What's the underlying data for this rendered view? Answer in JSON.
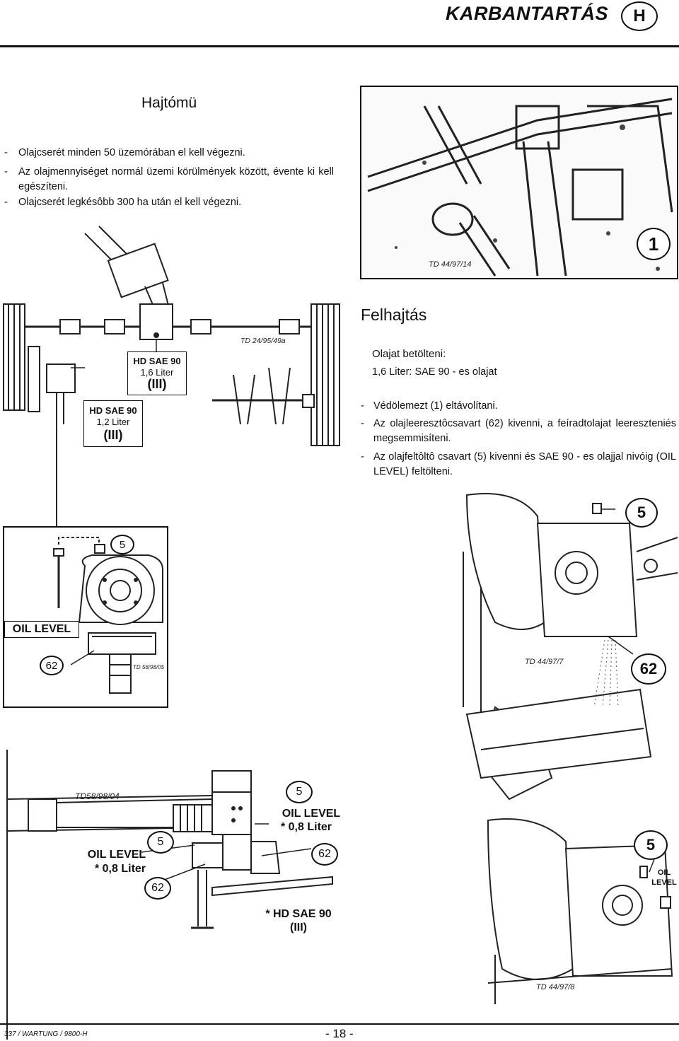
{
  "header": {
    "title": "KARBANTARTÁS",
    "section": "H"
  },
  "left_section": {
    "title": "Hajtómü",
    "bullets": [
      "Olajcserét minden 50 üzemórában el kell végezni.",
      "Az olajmennyiséget normál üzemi körülmények között, évente ki kell egészíteni.",
      "Olajcserét legkésôbb 300 ha után el kell végezni."
    ]
  },
  "right_section": {
    "title": "Felhajtás",
    "subtitle": "Olajat betölteni:",
    "spec": "1,6 Liter: SAE 90 - es olajat",
    "bullets": [
      "Védölemezt (1) eltávolítani.",
      "Az olajleeresztôcsavart (62) kivenni, a feíradtolajat leereszteniés megsemmisíteni.",
      "Az olajfeltôltô csavart (5) kivenni és SAE 90 - es olajjal nivóig (OIL LEVEL) feltölteni."
    ]
  },
  "photo1": {
    "ref": "TD 44/97/14",
    "callout": "1"
  },
  "drivetrain": {
    "ref": "TD 24/95/49a",
    "gearbox_top": {
      "line1": "HD SAE 90",
      "line2": "1,6 Liter",
      "line3": "(III)"
    },
    "gearbox_side": {
      "line1": "HD SAE 90",
      "line2": "1,2 Liter",
      "line3": "(III)"
    }
  },
  "gearbox_detail": {
    "callout_5": "5",
    "oil_level": "OIL LEVEL",
    "callout_62": "62",
    "ref": "TD 58/98/05"
  },
  "drain_photo": {
    "callout_5": "5",
    "callout_62": "62",
    "ref": "TD 44/97/7"
  },
  "side_gearbox": {
    "ref": "TD58/98/04",
    "left_oil_level": "OIL LEVEL",
    "left_qty": "* 0,8 Liter",
    "callout_5_left": "5",
    "callout_62_left": "62",
    "callout_5_top": "5",
    "right_oil_level": "OIL LEVEL",
    "right_qty": "* 0,8 Liter",
    "callout_62_right": "62",
    "note_line1": "* HD SAE 90",
    "note_line2": "(III)"
  },
  "fill_photo": {
    "callout_5": "5",
    "oil_level_line1": "OIL",
    "oil_level_line2": "LEVEL",
    "ref": "TD 44/97/8"
  },
  "footer": {
    "doc_code": "337 / WARTUNG / 9800-H",
    "page": "- 18 -"
  }
}
